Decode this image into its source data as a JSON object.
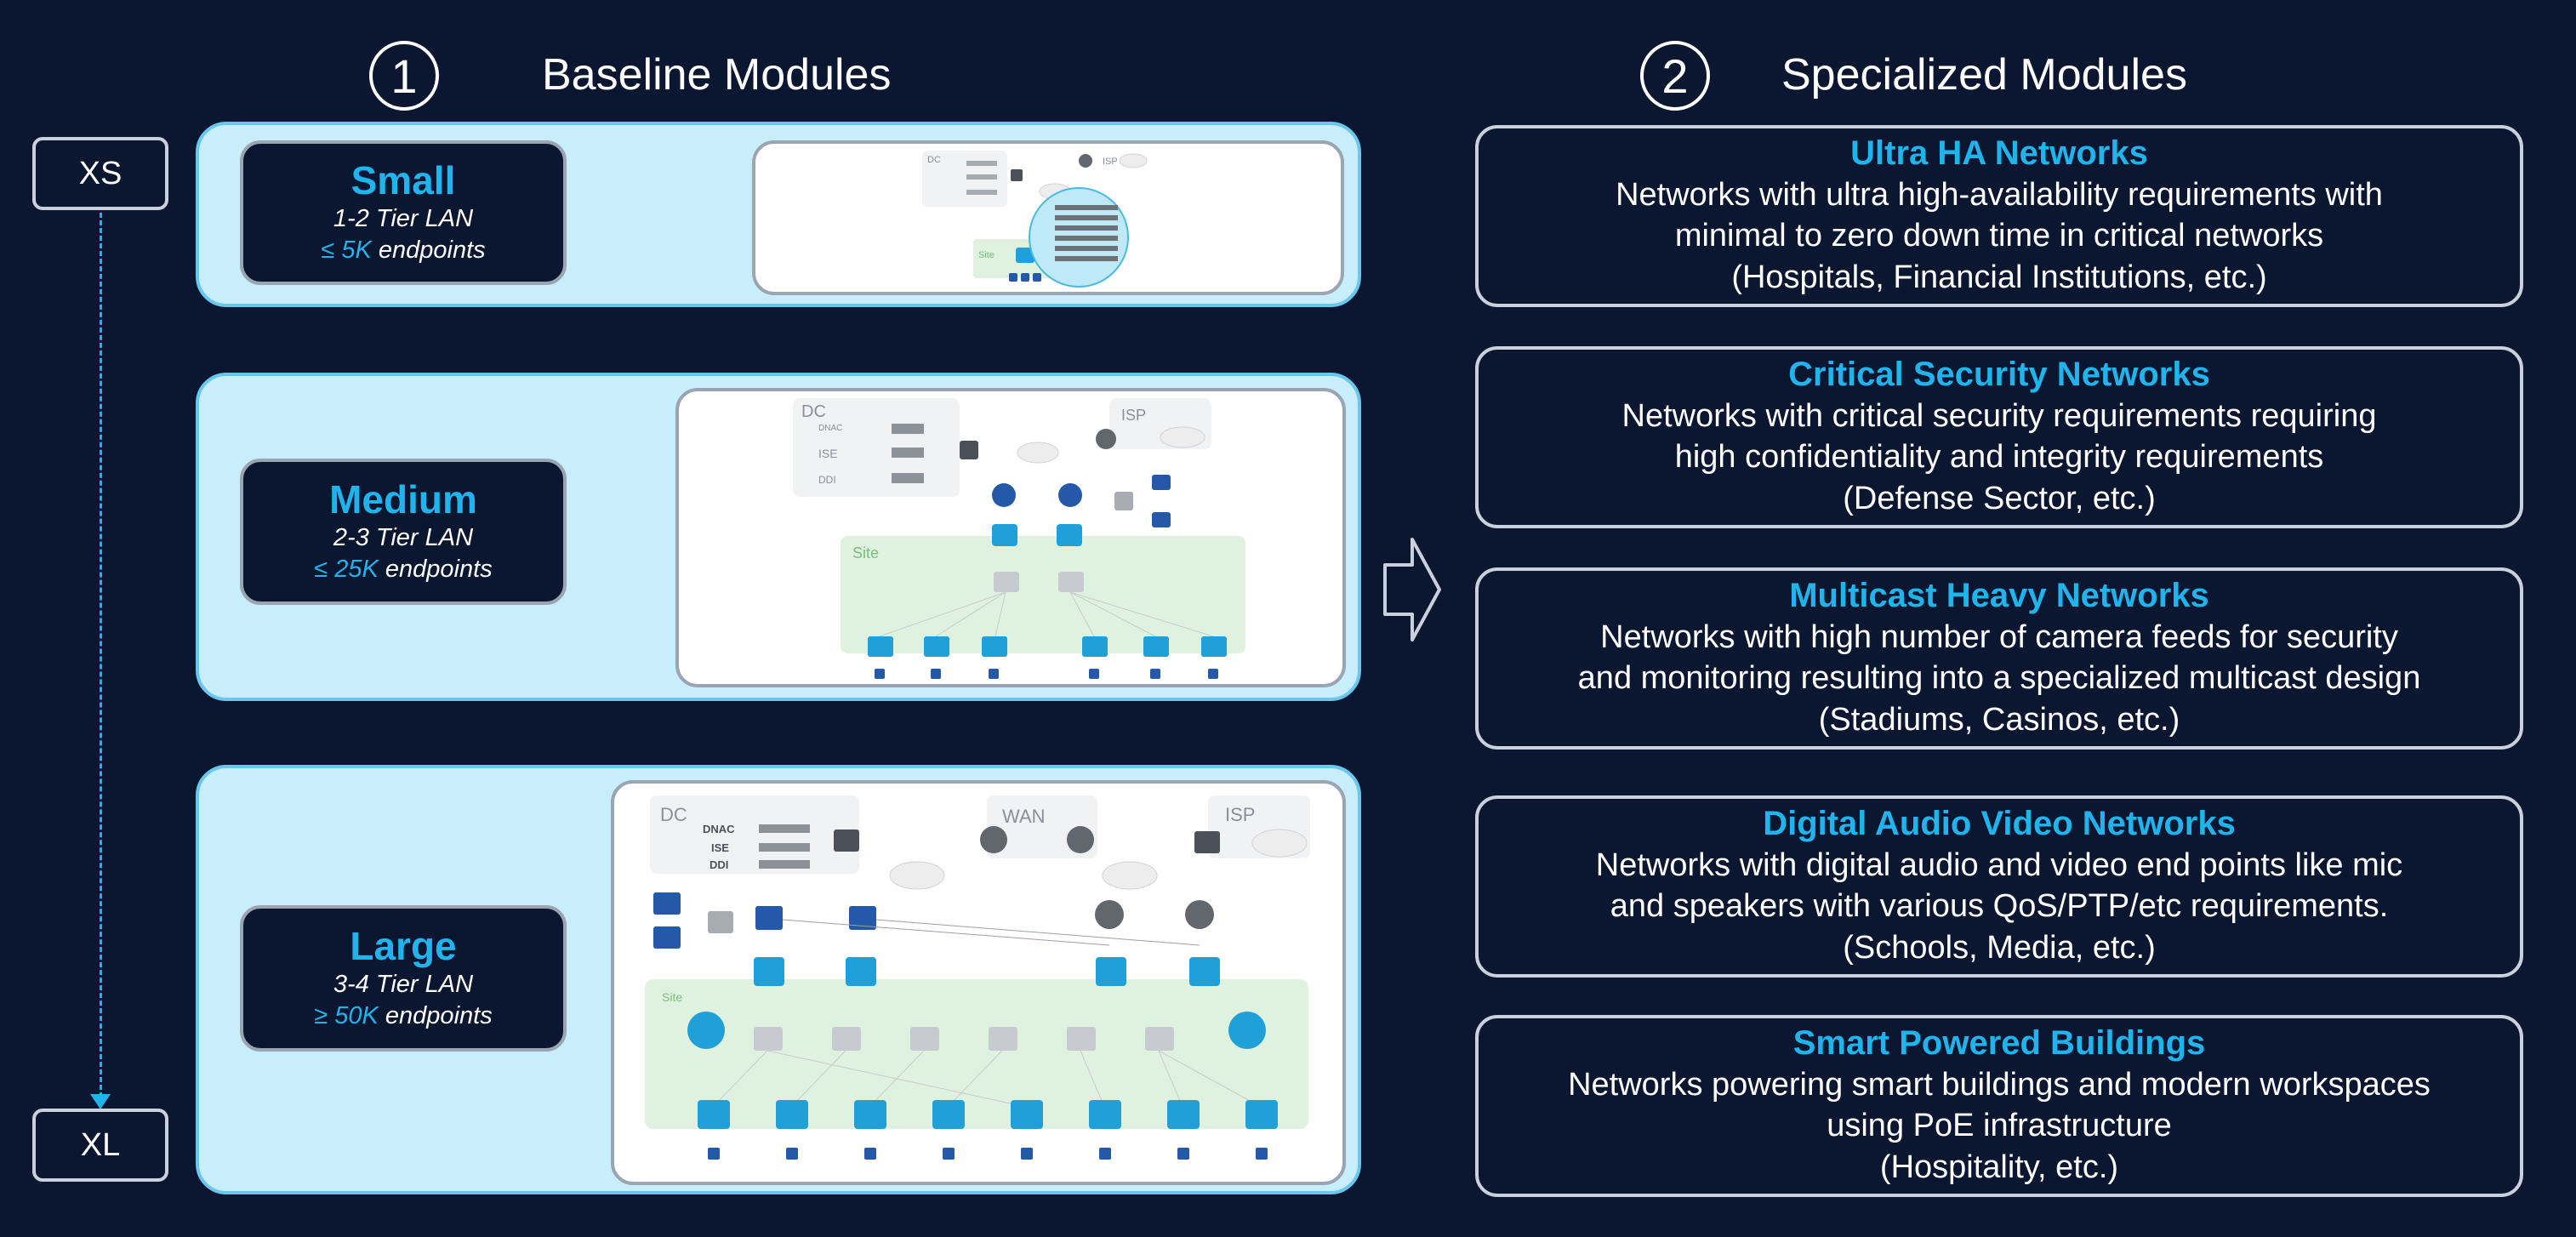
{
  "baseline": {
    "step": "1",
    "title": "Baseline Modules"
  },
  "specialized": {
    "step": "2",
    "title": "Specialized Modules"
  },
  "scale": {
    "top": "XS",
    "bottom": "XL"
  },
  "modules": [
    {
      "name": "Small",
      "tier": "1-2 Tier LAN",
      "limit": "≤ 5K",
      "unit": "endpoints"
    },
    {
      "name": "Medium",
      "tier": "2-3 Tier LAN",
      "limit": "≤ 25K",
      "unit": "endpoints"
    },
    {
      "name": "Large",
      "tier": "3-4 Tier LAN",
      "limit": "≥ 50K",
      "unit": "endpoints"
    }
  ],
  "diagram_labels": {
    "dc": "DC",
    "isp": "ISP",
    "wan": "WAN",
    "site": "Site",
    "dnac": "DNAC",
    "ise": "ISE",
    "ddi": "DDI"
  },
  "spec_cards": [
    {
      "title": "Ultra HA Networks",
      "lines": [
        "Networks with ultra high-availability requirements with",
        "minimal to zero down time in critical networks",
        "(Hospitals, Financial Institutions, etc.)"
      ]
    },
    {
      "title": "Critical Security Networks",
      "lines": [
        "Networks with critical security requirements requiring",
        "high confidentiality and integrity requirements",
        "(Defense Sector, etc.)"
      ]
    },
    {
      "title": "Multicast Heavy Networks",
      "lines": [
        "Networks with high number of camera feeds for security",
        "and monitoring resulting into a specialized multicast design",
        "(Stadiums, Casinos, etc.)"
      ]
    },
    {
      "title": "Digital Audio Video Networks",
      "lines": [
        "Networks with digital audio and video end points like mic",
        "and speakers with various QoS/PTP/etc requirements.",
        "(Schools, Media, etc.)"
      ]
    },
    {
      "title": "Smart Powered Buildings",
      "lines": [
        "Networks powering smart buildings and modern workspaces",
        "using PoE infrastructure",
        "(Hospitality, etc.)"
      ]
    }
  ],
  "colors": {
    "background": "#0b1630",
    "accent": "#1fb4ec",
    "panel": "#c8eefb",
    "panel_border": "#69c6ee"
  },
  "icons": {
    "arrow": "hollow-right-arrow-icon",
    "flow": "dashed-down-arrow-icon"
  }
}
